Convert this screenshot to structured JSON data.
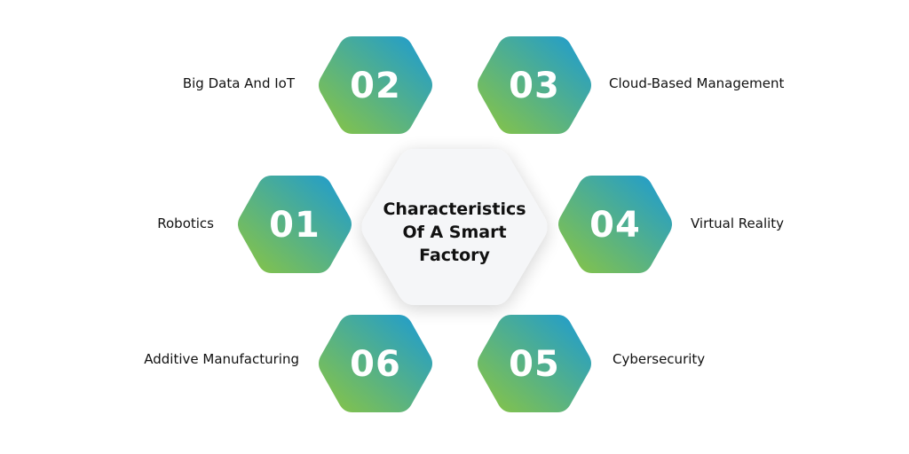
{
  "center": {
    "title_lines": [
      "Characteristics",
      "Of A Smart",
      "Factory"
    ]
  },
  "items": [
    {
      "number": "01",
      "label": "Robotics"
    },
    {
      "number": "02",
      "label": "Big Data And IoT"
    },
    {
      "number": "03",
      "label": "Cloud-Based Management"
    },
    {
      "number": "04",
      "label": "Virtual Reality"
    },
    {
      "number": "05",
      "label": "Cybersecurity"
    },
    {
      "number": "06",
      "label": "Additive Manufacturing"
    }
  ],
  "colors": {
    "gradient_start": "#8cc63f",
    "gradient_end": "#1a9ad6",
    "center_fill": "#f5f6f8",
    "text": "#111111"
  }
}
